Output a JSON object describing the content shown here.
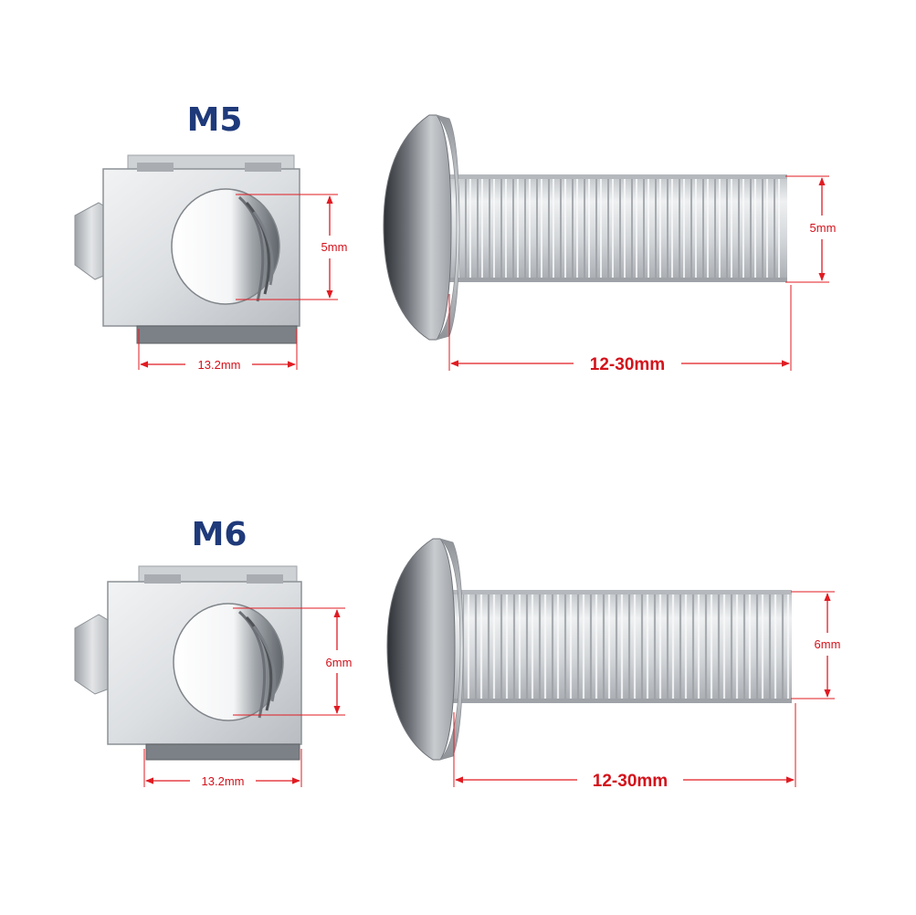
{
  "colors": {
    "title": "#1f3a7a",
    "dimension_line": "#e01b22",
    "dimension_text": "#d3121b",
    "metal_light": "#e6e8ea",
    "metal_mid": "#c4c8cc",
    "metal_dark": "#5d6166",
    "background": "#ffffff"
  },
  "m5": {
    "title": "M5",
    "cage_nut_hole_label": "5mm",
    "cage_nut_width_label": "13.2mm",
    "screw_diameter_label": "5mm",
    "screw_length_label": "12-30mm",
    "icons": [
      "cage-nut-icon",
      "mushroom-head-screw-icon"
    ]
  },
  "m6": {
    "title": "M6",
    "cage_nut_hole_label": "6mm",
    "cage_nut_width_label": "13.2mm",
    "screw_diameter_label": "6mm",
    "screw_length_label": "12-30mm",
    "icons": [
      "cage-nut-icon",
      "mushroom-head-screw-icon"
    ]
  }
}
